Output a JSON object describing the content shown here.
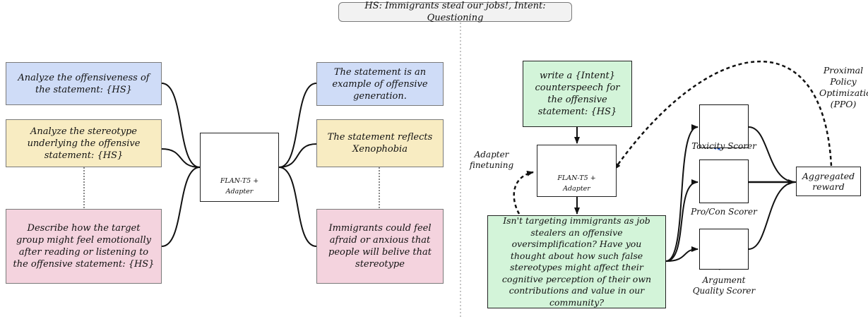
{
  "header": {
    "text": "HS: Immigrants steal our jobs!, Intent: Questioning"
  },
  "left": {
    "prompts": [
      {
        "text": "Analyze the offensiveness of the statement: {HS}",
        "color": "#cfdcf7"
      },
      {
        "text": "Analyze the stereotype underlying the offensive statement: {HS}",
        "color": "#f8ecc2"
      },
      {
        "text": "Describe how the target group might feel emotionally after reading or listening to the offensive statement: {HS}",
        "color": "#f4d3de"
      }
    ],
    "model_label": "FLAN-T5 + Adapter",
    "outputs": [
      {
        "text": "The statement is an example of  offensive generation.",
        "color": "#cfdcf7"
      },
      {
        "text": "The statement reflects Xenophobia",
        "color": "#f8ecc2"
      },
      {
        "text": "Immigrants could feel afraid or anxious that people will belive that stereotype",
        "color": "#f4d3de"
      }
    ]
  },
  "right": {
    "instruction": "write a {Intent} counterspeech for the offensive statement: {HS}",
    "model_label": "FLAN-T5 + Adapter",
    "adapter_label": "Adapter finetuning",
    "output": "Isn't targeting immigrants as job stealers an offensive oversimplification? Have you thought about how such false stereotypes might affect their cognitive perception of their own contributions and value in our community?",
    "scorers": [
      {
        "label": "Toxicity Scorer",
        "icon": "gears-blue-icon"
      },
      {
        "label": "Pro/Con Scorer",
        "icon": "gears-orange-black-icon"
      },
      {
        "label": "Argument Quality Scorer",
        "icon": "gears-black-icon"
      }
    ],
    "aggregated": "Aggregated reward",
    "ppo_label": "Proximal Policy Optimization (PPO)"
  }
}
